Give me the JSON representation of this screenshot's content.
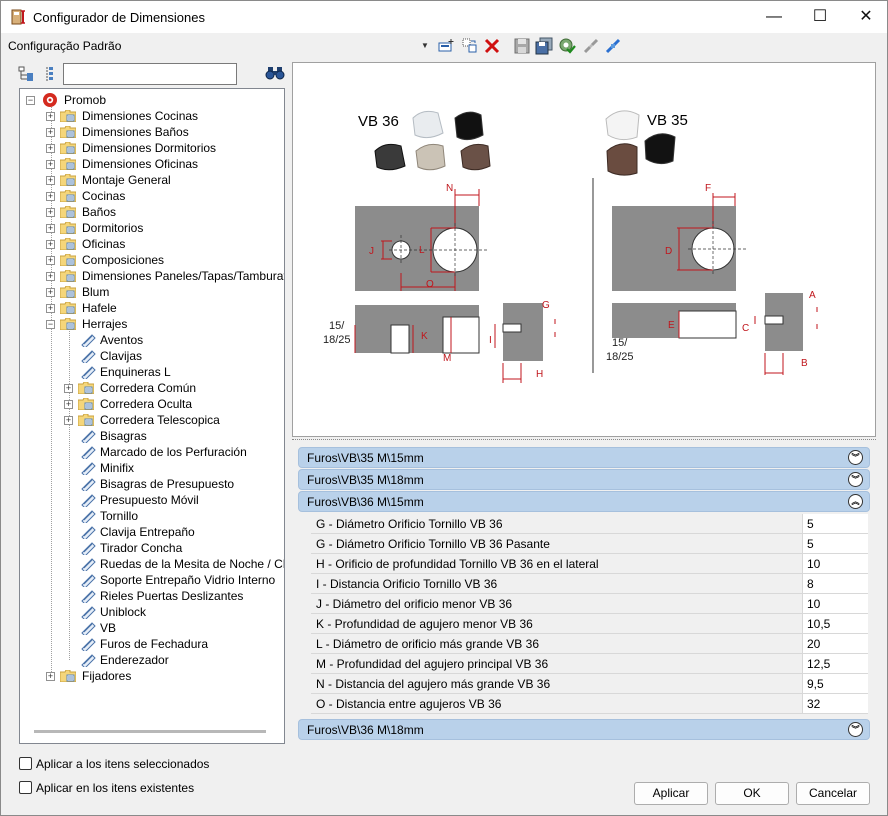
{
  "window": {
    "title": "Configurador de Dimensiones",
    "minimize_glyph": "—",
    "maximize_glyph": "☐",
    "close_glyph": "✕"
  },
  "config": {
    "label": "Configuração Padrão",
    "dropdown_glyph": "▼"
  },
  "search": {
    "value": "",
    "placeholder": ""
  },
  "tree": {
    "root": "Promob",
    "top_folders": [
      "Dimensiones Cocinas",
      "Dimensiones Baños",
      "Dimensiones Dormitorios",
      "Dimensiones Oficinas",
      "Montaje General",
      "Cocinas",
      "Baños",
      "Dormitorios",
      "Oficinas",
      "Composiciones",
      "Dimensiones Paneles/Tapas/Tamburatos",
      "Blum",
      "Hafele",
      "Herrajes"
    ],
    "herrajes_children": [
      {
        "label": "Aventos",
        "type": "leaf"
      },
      {
        "label": "Clavijas",
        "type": "leaf"
      },
      {
        "label": "Enquineras L",
        "type": "leaf"
      },
      {
        "label": "Corredera Común",
        "type": "folder"
      },
      {
        "label": "Corredera Oculta",
        "type": "folder"
      },
      {
        "label": "Corredera Telescopica",
        "type": "folder"
      },
      {
        "label": "Bisagras",
        "type": "leaf"
      },
      {
        "label": "Marcado de los Perfuración",
        "type": "leaf"
      },
      {
        "label": "Minifix",
        "type": "leaf"
      },
      {
        "label": "Bisagras de Presupuesto",
        "type": "leaf"
      },
      {
        "label": "Presupuesto Móvil",
        "type": "leaf"
      },
      {
        "label": "Tornillo",
        "type": "leaf"
      },
      {
        "label": "Clavija Entrepaño",
        "type": "leaf"
      },
      {
        "label": "Tirador Concha",
        "type": "leaf"
      },
      {
        "label": "Ruedas de la Mesita de Noche / CPU",
        "type": "leaf"
      },
      {
        "label": "Soporte Entrepaño Vidrio Interno",
        "type": "leaf"
      },
      {
        "label": "Rieles Puertas Deslizantes",
        "type": "leaf"
      },
      {
        "label": "Uniblock",
        "type": "leaf"
      },
      {
        "label": "VB",
        "type": "leaf"
      },
      {
        "label": "Furos de Fechadura",
        "type": "leaf"
      },
      {
        "label": "Enderezador",
        "type": "leaf"
      }
    ],
    "last_folder": "Fijadores"
  },
  "checkboxes": {
    "apply_selected": "Aplicar a los itens seleccionados",
    "apply_existing": "Aplicar en los itens existentes"
  },
  "diagram": {
    "vb36_title": "VB 36",
    "vb35_title": "VB 35",
    "labels_vb36": [
      "N",
      "J",
      "L",
      "O",
      "G",
      "K",
      "I",
      "M",
      "H"
    ],
    "labels_vb35": [
      "F",
      "D",
      "A",
      "E",
      "C",
      "B"
    ],
    "thickness_left": [
      "15/",
      "18/25"
    ],
    "thickness_right": [
      "15/",
      "18/25"
    ]
  },
  "accordion": [
    {
      "title": "Furos\\VB\\35 M\\15mm",
      "expanded": false
    },
    {
      "title": "Furos\\VB\\35 M\\18mm",
      "expanded": false
    },
    {
      "title": "Furos\\VB\\36 M\\15mm",
      "expanded": true
    },
    {
      "title": "Furos\\VB\\36 M\\18mm",
      "expanded": false
    }
  ],
  "properties": [
    {
      "name": "G - Diámetro Orificio Tornillo VB 36",
      "value": "5"
    },
    {
      "name": "G - Diámetro Orificio Tornillo VB 36 Pasante",
      "value": "5"
    },
    {
      "name": "H - Orificio de profundidad Tornillo VB 36 en el lateral",
      "value": "10"
    },
    {
      "name": "I - Distancia Orificio Tornillo VB 36",
      "value": "8"
    },
    {
      "name": "J - Diámetro del orificio menor VB 36",
      "value": "10"
    },
    {
      "name": "K - Profundidad de agujero menor VB 36",
      "value": "10,5"
    },
    {
      "name": "L - Diámetro de orificio más grande VB 36",
      "value": "20"
    },
    {
      "name": "M - Profundidad del agujero principal VB 36",
      "value": "12,5"
    },
    {
      "name": "N - Distancia del agujero más grande VB 36",
      "value": "9,5"
    },
    {
      "name": "O - Distancia entre agujeros VB 36",
      "value": "32"
    }
  ],
  "buttons": {
    "apply": "Aplicar",
    "ok": "OK",
    "cancel": "Cancelar"
  },
  "colors": {
    "accordion_header": "#b9d1ea",
    "dimension_red": "#c0161c",
    "panel_gray": "#8c8c8c",
    "folder_yellow": "#f5d67a"
  }
}
